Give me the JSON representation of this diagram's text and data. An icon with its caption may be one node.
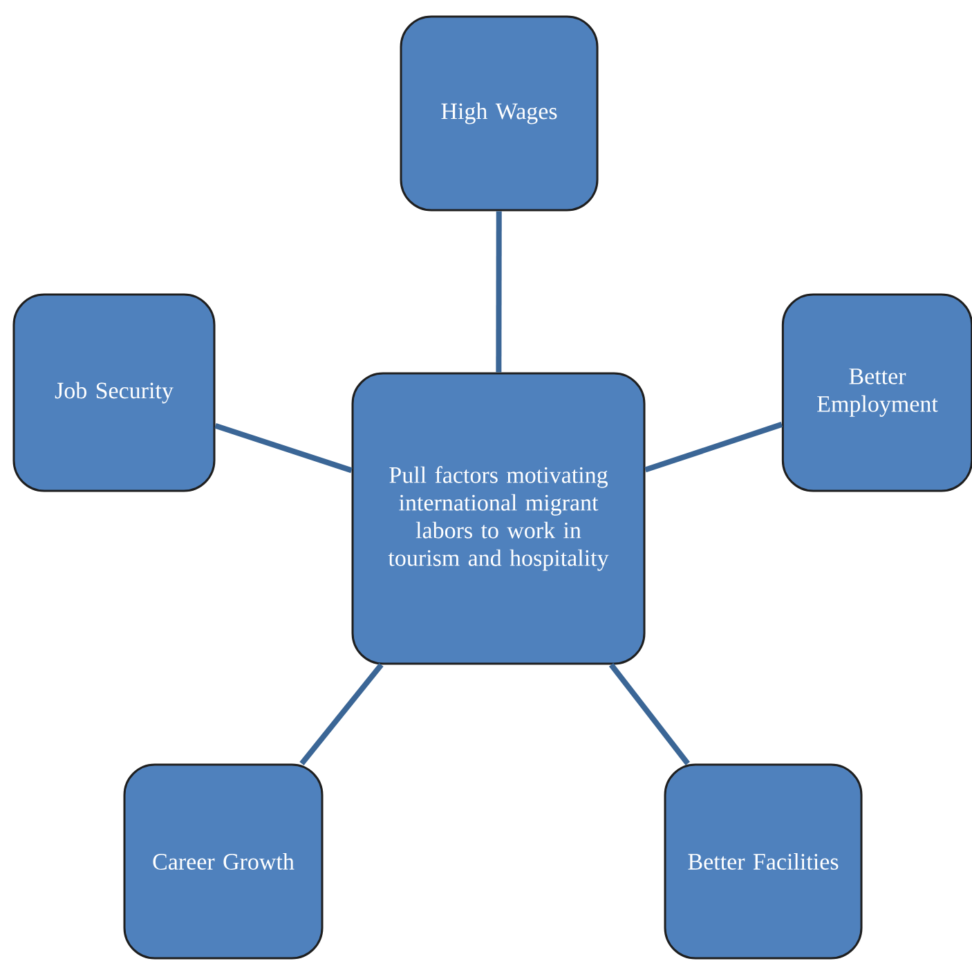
{
  "diagram": {
    "nodes": [
      {
        "text": [
          "Pull factors motivating international migrant labors to work in tourism and hospitality"
        ]
      },
      {
        "text": [
          "High Wages"
        ]
      },
      {
        "text": [
          "Job Security"
        ]
      },
      {
        "text": [
          "Better Employment"
        ]
      },
      {
        "text": [
          "Career Growth"
        ]
      },
      {
        "text": [
          "Better Facilities"
        ]
      }
    ],
    "edges": [
      {
        "from": 0,
        "to": 1,
        "arrow": "none"
      },
      {
        "from": 0,
        "to": 2,
        "arrow": "none"
      },
      {
        "from": 0,
        "to": 3,
        "arrow": "none"
      },
      {
        "from": 0,
        "to": 4,
        "arrow": "none"
      },
      {
        "from": 0,
        "to": 5,
        "arrow": "none"
      }
    ]
  }
}
